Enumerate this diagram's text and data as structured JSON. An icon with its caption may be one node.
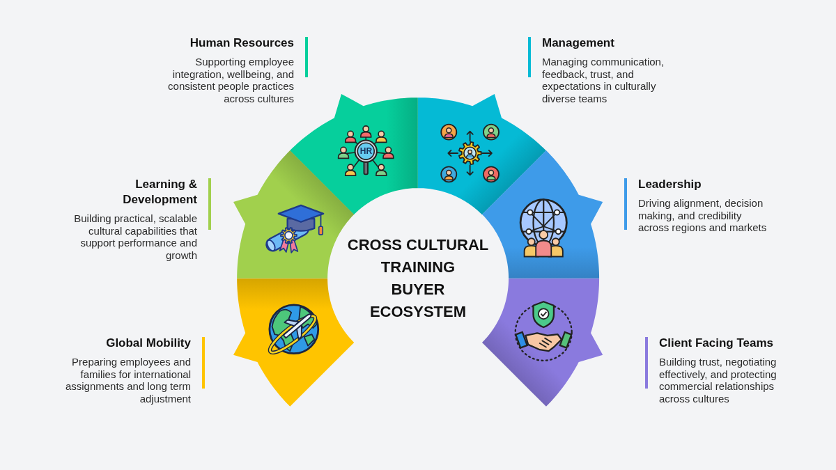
{
  "diagram": {
    "nodes": [
      {
        "text": [
          "CROSS CULTURAL TRAINING BUYER ECOSYSTEM"
        ]
      },
      {
        "text": [],
        "shape": "sector",
        "beside": [
          "Human Resources",
          "Supporting employee integration, wellbeing, and consistent people practices across cultures"
        ]
      },
      {
        "text": [],
        "shape": "sector",
        "beside": [
          "Management",
          "Managing communication, feedback, trust, and expectations in culturally diverse teams"
        ]
      },
      {
        "text": [],
        "shape": "sector",
        "beside": [
          "Learning & Development",
          "Building practical, scalable cultural capabilities that support performance and growth"
        ]
      },
      {
        "text": [],
        "shape": "sector",
        "beside": [
          "Leadership",
          "Driving alignment, decision making, and credibility across regions and markets"
        ]
      },
      {
        "text": [],
        "shape": "sector",
        "beside": [
          "Global Mobility",
          "Preparing employees and families for international assignments and long term adjustment"
        ]
      },
      {
        "text": [],
        "shape": "sector",
        "beside": [
          "Client Facing Teams",
          "Building trust, negotiating effectively, and protecting commercial relationships across cultures"
        ]
      }
    ],
    "labels": [
      "HR"
    ]
  }
}
